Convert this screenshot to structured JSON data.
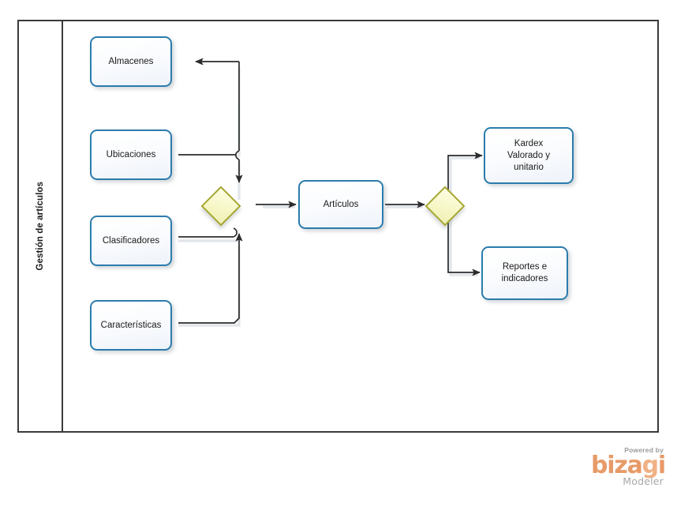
{
  "diagram": {
    "type": "bpmn-process",
    "pool": {
      "label": "Gestión de artículos"
    },
    "tasks": [
      {
        "id": "almacenes",
        "label": "Almacenes",
        "lines": [
          "Almacenes"
        ]
      },
      {
        "id": "ubicaciones",
        "label": "Ubicaciones",
        "lines": [
          "Ubicaciones"
        ]
      },
      {
        "id": "clasificadores",
        "label": "Clasificadores",
        "lines": [
          "Clasificadores"
        ]
      },
      {
        "id": "caracteristicas",
        "label": "Características",
        "lines": [
          "Características"
        ]
      },
      {
        "id": "articulos",
        "label": "Artículos",
        "lines": [
          "Artículos"
        ]
      },
      {
        "id": "kardex",
        "label": "Kardex Valorado y unitario",
        "lines": [
          "Kardex",
          "Valorado y",
          "unitario"
        ]
      },
      {
        "id": "reportes",
        "label": "Reportes e indicadores",
        "lines": [
          "Reportes e",
          "indicadores"
        ]
      }
    ],
    "gateways": [
      {
        "id": "gateway-1",
        "kind": "exclusive",
        "label": ""
      },
      {
        "id": "gateway-2",
        "kind": "exclusive",
        "label": ""
      }
    ],
    "flows": [
      {
        "from": "ubicaciones",
        "to": "gateway-1"
      },
      {
        "from": "caracteristicas",
        "to": "gateway-1"
      },
      {
        "from": "clasificadores",
        "to": "gateway-1"
      },
      {
        "from": "gateway-1",
        "to": "almacenes"
      },
      {
        "from": "gateway-1",
        "to": "articulos"
      },
      {
        "from": "articulos",
        "to": "gateway-2"
      },
      {
        "from": "gateway-2",
        "to": "kardex"
      },
      {
        "from": "gateway-2",
        "to": "reportes"
      }
    ],
    "colors": {
      "task_border": "#2b7cad",
      "task_fill": "#fafcff",
      "gateway_border": "#a6a830",
      "gateway_fill": "#f7f7c8",
      "pool_border": "#3a3a3a",
      "connector": "#2b2b2b",
      "brand_orange": "#e79a68"
    }
  },
  "footer": {
    "powered_by": "Powered by",
    "brand_bi": "bi",
    "brand_za": "za",
    "brand_g": "g",
    "brand_i": "i",
    "product": "Modeler"
  }
}
